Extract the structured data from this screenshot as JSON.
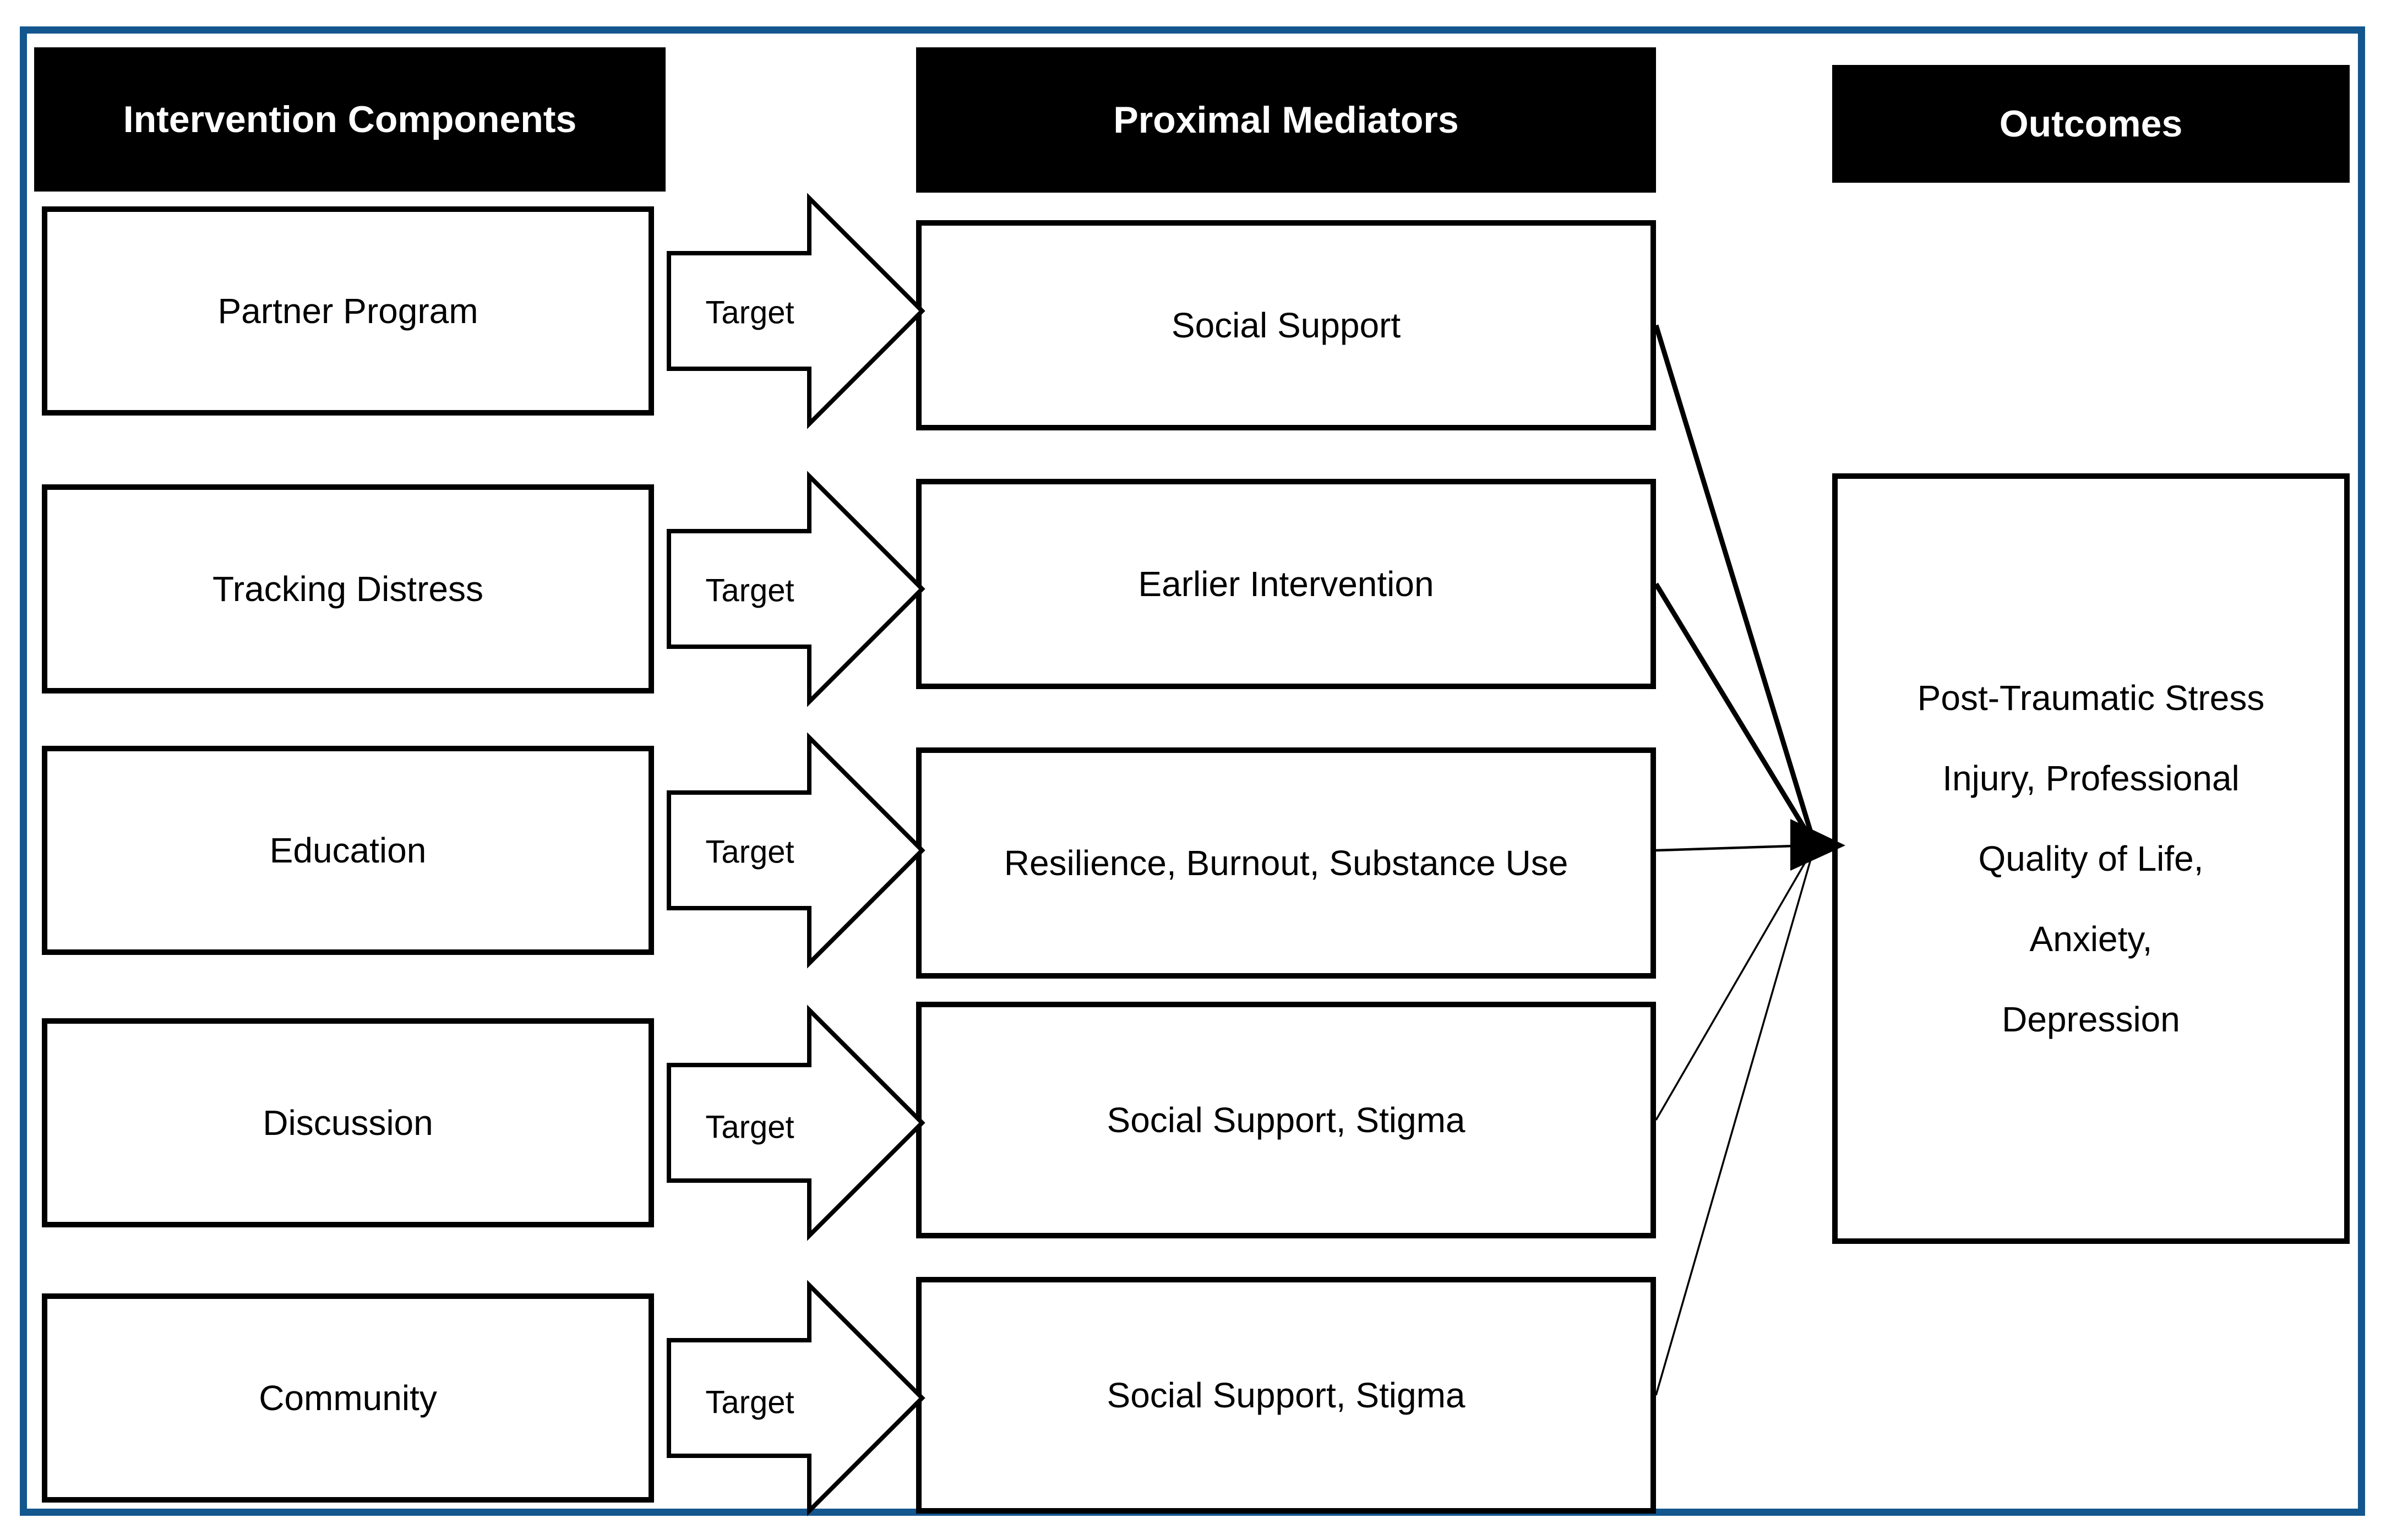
{
  "colors": {
    "frame_border": "#14568e",
    "header_bg": "#000000",
    "header_text": "#ffffff",
    "box_bg": "#ffffff",
    "box_border": "#000000",
    "connector": "#000000"
  },
  "headers": [
    {
      "label": "Intervention Components"
    },
    {
      "label": "Proximal Mediators"
    },
    {
      "label": "Outcomes"
    }
  ],
  "interventions": [
    {
      "label": "Partner Program"
    },
    {
      "label": "Tracking Distress"
    },
    {
      "label": "Education"
    },
    {
      "label": "Discussion"
    },
    {
      "label": "Community"
    }
  ],
  "targets": [
    {
      "label": "Target"
    },
    {
      "label": "Target"
    },
    {
      "label": "Target"
    },
    {
      "label": "Target"
    },
    {
      "label": "Target"
    }
  ],
  "mediators": [
    {
      "label": "Social Support"
    },
    {
      "label": "Earlier Intervention"
    },
    {
      "label": "Resilience, Burnout, Substance Use"
    },
    {
      "label": "Social Support, Stigma"
    },
    {
      "label": "Social Support, Stigma"
    }
  ],
  "outcomes_box": {
    "lines": [
      "Post-Traumatic Stress",
      "Injury, Professional",
      "Quality of Life,",
      "Anxiety,",
      "Depression"
    ]
  }
}
